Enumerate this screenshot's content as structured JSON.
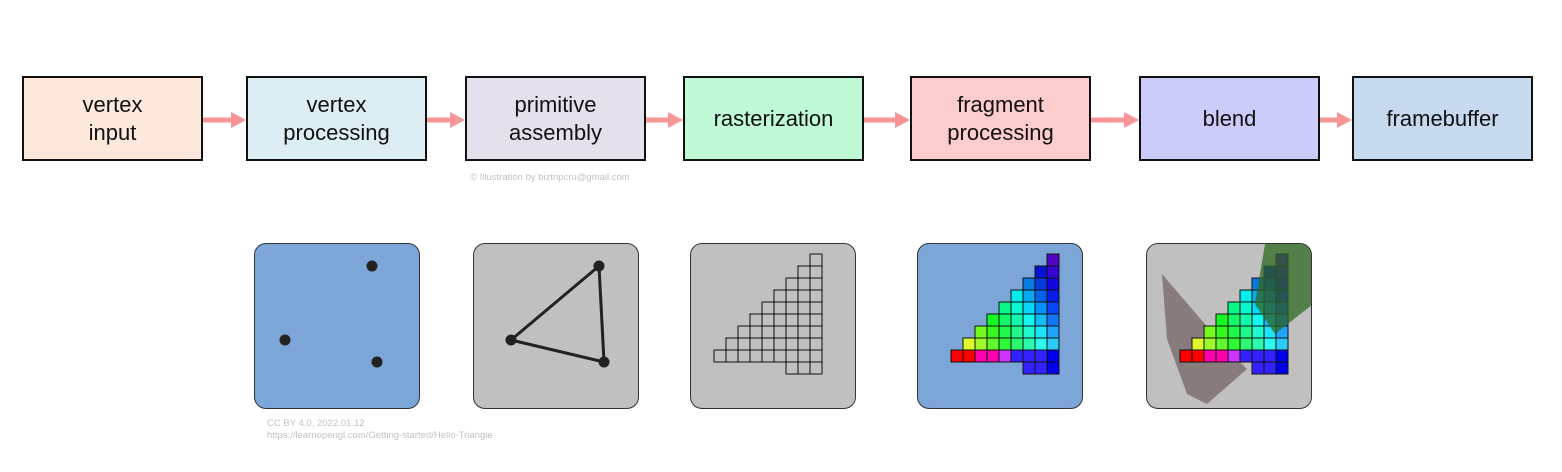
{
  "pipeline": {
    "stages": [
      {
        "label": "vertex\ninput",
        "color": "#fde9dc"
      },
      {
        "label": "vertex\nprocessing",
        "color": "#dcedf3"
      },
      {
        "label": "primitive\nassembly",
        "color": "#e6e0ec"
      },
      {
        "label": "rasterization",
        "color": "#bff9d5"
      },
      {
        "label": "fragment\nprocessing",
        "color": "#fdcdcd"
      },
      {
        "label": "blend",
        "color": "#ccccfb"
      },
      {
        "label": "framebuffer",
        "color": "#c6d9ef"
      }
    ],
    "arrow_color": "#f79594"
  },
  "illustrations": [
    {
      "name": "vertices",
      "bg": "#7ca6d8"
    },
    {
      "name": "triangle",
      "bg": "#c0c0c0"
    },
    {
      "name": "raster-grid",
      "bg": "#c0c0c0"
    },
    {
      "name": "shaded-fragments",
      "bg": "#7ca6d8"
    },
    {
      "name": "blended-fragments",
      "bg": "#c0c0c0"
    }
  ],
  "credits": {
    "illustration": "© Illustration by biztripcru@gmail.com",
    "license_line1": "CC BY 4.0, 2022.01.12",
    "license_line2": "https://learnopengl.com/Getting-started/Hello-Triangle"
  }
}
